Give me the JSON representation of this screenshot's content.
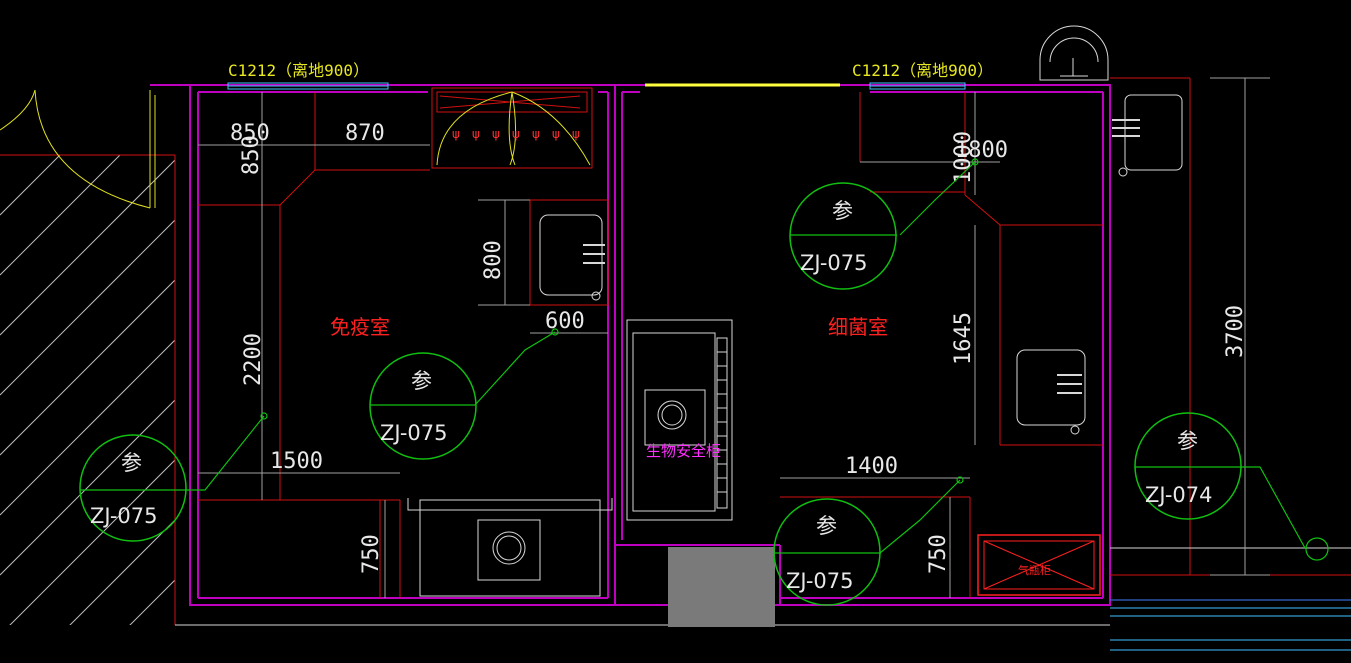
{
  "colors": {
    "background": "#000000",
    "wall": "#c000c0",
    "detail": "#d01010",
    "leader": "#10c010",
    "dimension": "#a0a0a0",
    "window": "#e8e820",
    "label": "#ff2020",
    "equipment_label": "#ff30ff"
  },
  "windows": [
    {
      "label": "C1212（离地900）"
    },
    {
      "label": "C1212（离地900）"
    }
  ],
  "rooms": [
    {
      "name": "免疫室"
    },
    {
      "name": "细菌室"
    }
  ],
  "equipment": {
    "biosafety_cabinet": "生物安全柜",
    "gas_cabinet": "气瓶柜"
  },
  "dimensions": {
    "d850a": "850",
    "d870": "870",
    "d850v": "850",
    "d800": "800",
    "d600": "600",
    "d2200": "2200",
    "d1500": "1500",
    "d750a": "750",
    "d1800": "1800",
    "d1000": "1000",
    "d1645": "1645",
    "d1400": "1400",
    "d750b": "750",
    "d3700": "3700"
  },
  "references": [
    {
      "symbol": "参",
      "code": "ZJ-075"
    },
    {
      "symbol": "参",
      "code": "ZJ-075"
    },
    {
      "symbol": "参",
      "code": "ZJ-075"
    },
    {
      "symbol": "参",
      "code": "ZJ-075"
    },
    {
      "symbol": "参",
      "code": "ZJ-074"
    }
  ]
}
